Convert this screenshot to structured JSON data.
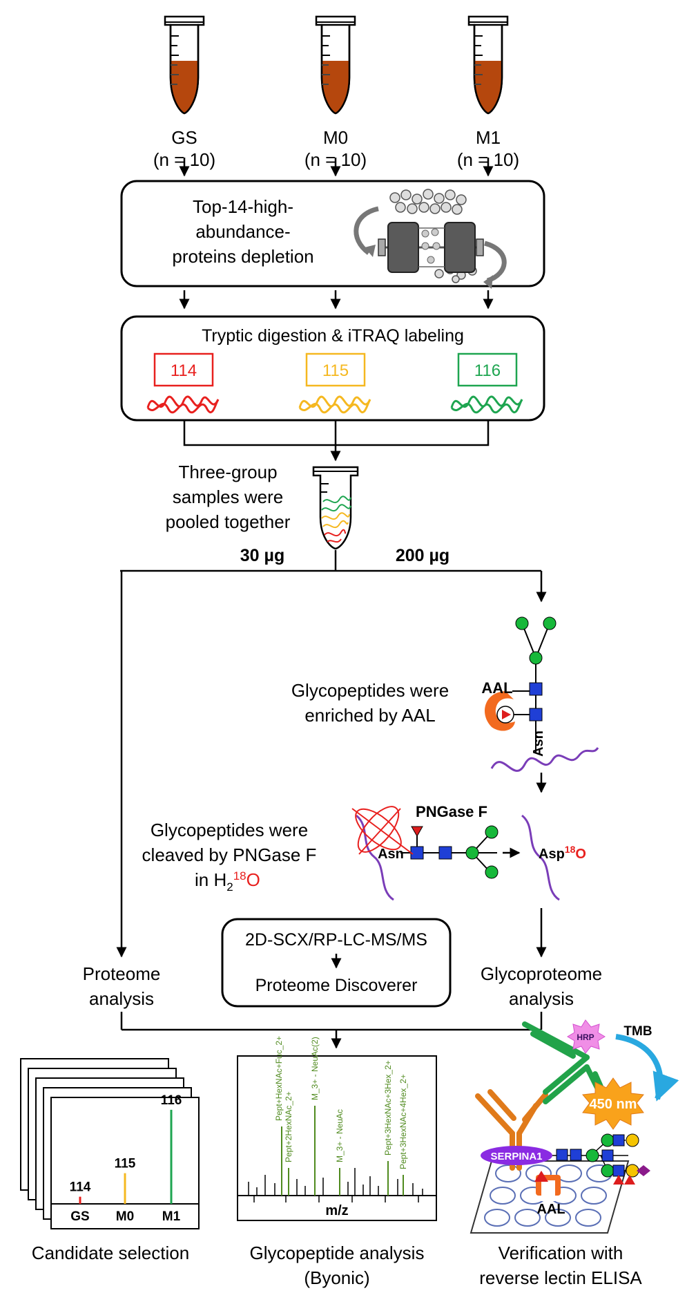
{
  "samples": [
    {
      "label": "GS",
      "n_label": "(n = 10)"
    },
    {
      "label": "M0",
      "n_label": "(n = 10)"
    },
    {
      "label": "M1",
      "n_label": "(n = 10)"
    }
  ],
  "steps": {
    "depletion": [
      "Top-14-high-",
      "abundance-",
      "proteins depletion"
    ],
    "digestion_title": "Tryptic digestion & iTRAQ labeling",
    "itraq_tags": [
      {
        "label": "114",
        "color": "#e8201e"
      },
      {
        "label": "115",
        "color": "#f5b820"
      },
      {
        "label": "116",
        "color": "#1ea550"
      }
    ],
    "pooled": [
      "Three-group",
      "samples were",
      "pooled together"
    ],
    "amount_left": "30 µg",
    "amount_right": "200 µg",
    "enriched": [
      "Glycopeptides were",
      "enriched by AAL"
    ],
    "aal_label": "AAL",
    "asn_label": "Asn",
    "pngase_label": "PNGase F",
    "cleaved": [
      "Glycopeptides were",
      "cleaved by PNGase F",
      "in H"
    ],
    "cleaved_sub": "2",
    "cleaved_sup": "18",
    "cleaved_o": "O",
    "asp_label": "Asp",
    "asp_sup": "18",
    "asp_o": "O",
    "ms_box": [
      "2D-SCX/RP-LC-MS/MS",
      "Proteome Discoverer"
    ],
    "proteome": [
      "Proteome",
      "analysis"
    ],
    "glycoproteome": [
      "Glycoproteome",
      "analysis"
    ]
  },
  "candidate": {
    "caption": "Candidate selection",
    "chart_data": {
      "type": "bar",
      "categories": [
        "GS",
        "M0",
        "M1"
      ],
      "value_labels": [
        "114",
        "115",
        "116"
      ],
      "values": [
        0.07,
        0.3,
        0.92
      ],
      "colors": [
        "#e8201e",
        "#f5b820",
        "#1ea550"
      ]
    }
  },
  "glyco": {
    "caption": [
      "Glycopeptide analysis",
      "(Byonic)"
    ],
    "xlabel": "m/z",
    "peak_labels": [
      "Pept+HexNAc+Fuc_2+",
      "Pept+2HexNAc_2+",
      "M_3+ - NeuAc(2)",
      "M_3+ - NeuAc",
      "Pept+3HexNAc+3Hex_2+",
      "Pept+3HexNAc+4Hex_2+"
    ]
  },
  "elisa": {
    "caption": [
      "Verification with",
      "reverse lectin ELISA"
    ],
    "hrp": "HRP",
    "tmb": "TMB",
    "nm": "450 nm",
    "serpina": "SERPINA1",
    "aal": "AAL"
  },
  "colors": {
    "tube_fluid": "#b5470d",
    "glcnac": "#1f3fd6",
    "mannose": "#17b83a",
    "fucose": "#dd1d1d",
    "galactose": "#f5c400",
    "sialic": "#8a1a8a",
    "peptide": "#7a3db8",
    "antibody_capture": "#e07a1a",
    "antibody_detect": "#22a34a",
    "spectrum_label": "#4f8a1e"
  }
}
